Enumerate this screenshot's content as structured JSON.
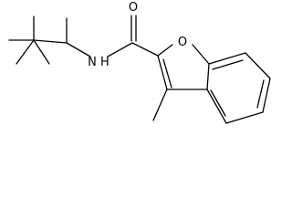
{
  "structure": {
    "atoms": [
      {
        "id": "O_carbonyl",
        "label": "O"
      },
      {
        "id": "N_amide",
        "label": "N",
        "subscript_h": "H"
      },
      {
        "id": "O_ring",
        "label": "O"
      }
    ]
  }
}
